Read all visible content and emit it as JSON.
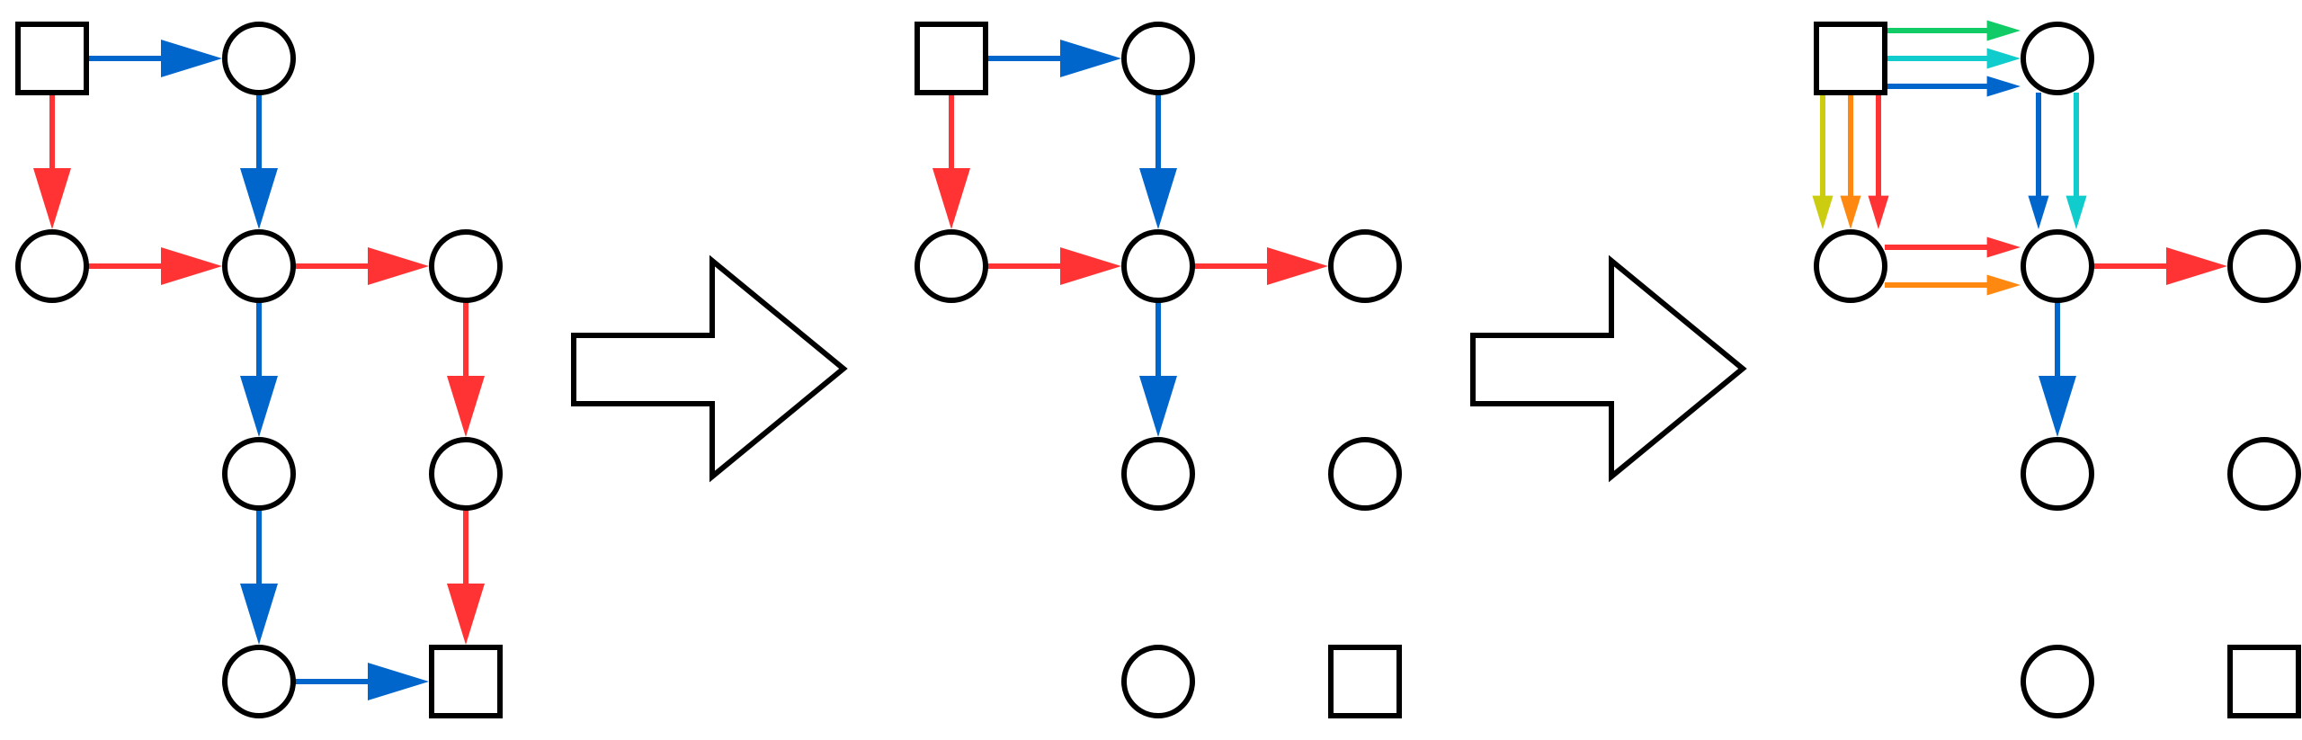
{
  "colors": {
    "blue": "#0066cc",
    "red": "#ff3333",
    "green": "#11cc66",
    "cyan": "#11cccc",
    "yellow": "#cccc11",
    "orange": "#ff8811",
    "node_stroke": "#000000"
  },
  "panels": [
    {
      "id": "panel-1",
      "nodes": [
        {
          "id": "a",
          "shape": "square",
          "col": 0,
          "row": 0
        },
        {
          "id": "b",
          "shape": "circle",
          "col": 1,
          "row": 0
        },
        {
          "id": "c",
          "shape": "circle",
          "col": 0,
          "row": 1
        },
        {
          "id": "d",
          "shape": "circle",
          "col": 1,
          "row": 1
        },
        {
          "id": "e",
          "shape": "circle",
          "col": 2,
          "row": 1
        },
        {
          "id": "f",
          "shape": "circle",
          "col": 1,
          "row": 2
        },
        {
          "id": "g",
          "shape": "circle",
          "col": 2,
          "row": 2
        },
        {
          "id": "h",
          "shape": "circle",
          "col": 1,
          "row": 3
        },
        {
          "id": "i",
          "shape": "square",
          "col": 2,
          "row": 3
        }
      ],
      "edges": [
        {
          "from": "a",
          "to": "b",
          "color": "blue"
        },
        {
          "from": "a",
          "to": "c",
          "color": "red"
        },
        {
          "from": "b",
          "to": "d",
          "color": "blue"
        },
        {
          "from": "c",
          "to": "d",
          "color": "red"
        },
        {
          "from": "d",
          "to": "e",
          "color": "red"
        },
        {
          "from": "d",
          "to": "f",
          "color": "blue"
        },
        {
          "from": "e",
          "to": "g",
          "color": "red"
        },
        {
          "from": "f",
          "to": "h",
          "color": "blue"
        },
        {
          "from": "g",
          "to": "i",
          "color": "red"
        },
        {
          "from": "h",
          "to": "i",
          "color": "blue"
        }
      ]
    },
    {
      "id": "panel-2",
      "nodes": [
        {
          "id": "a",
          "shape": "square",
          "col": 0,
          "row": 0
        },
        {
          "id": "b",
          "shape": "circle",
          "col": 1,
          "row": 0
        },
        {
          "id": "c",
          "shape": "circle",
          "col": 0,
          "row": 1
        },
        {
          "id": "d",
          "shape": "circle",
          "col": 1,
          "row": 1
        },
        {
          "id": "e",
          "shape": "circle",
          "col": 2,
          "row": 1
        },
        {
          "id": "f",
          "shape": "circle",
          "col": 1,
          "row": 2
        },
        {
          "id": "g",
          "shape": "circle",
          "col": 2,
          "row": 2
        },
        {
          "id": "h",
          "shape": "circle",
          "col": 1,
          "row": 3
        },
        {
          "id": "i",
          "shape": "square",
          "col": 2,
          "row": 3
        }
      ],
      "edges": [
        {
          "from": "a",
          "to": "b",
          "color": "blue"
        },
        {
          "from": "a",
          "to": "c",
          "color": "red"
        },
        {
          "from": "b",
          "to": "d",
          "color": "blue"
        },
        {
          "from": "c",
          "to": "d",
          "color": "red"
        },
        {
          "from": "d",
          "to": "e",
          "color": "red"
        },
        {
          "from": "d",
          "to": "f",
          "color": "blue"
        }
      ]
    },
    {
      "id": "panel-3",
      "nodes": [
        {
          "id": "a",
          "shape": "square",
          "col": 0,
          "row": 0
        },
        {
          "id": "b",
          "shape": "circle",
          "col": 1,
          "row": 0
        },
        {
          "id": "c",
          "shape": "circle",
          "col": 0,
          "row": 1
        },
        {
          "id": "d",
          "shape": "circle",
          "col": 1,
          "row": 1
        },
        {
          "id": "e",
          "shape": "circle",
          "col": 2,
          "row": 1
        },
        {
          "id": "f",
          "shape": "circle",
          "col": 1,
          "row": 2
        },
        {
          "id": "g",
          "shape": "circle",
          "col": 2,
          "row": 2
        },
        {
          "id": "h",
          "shape": "circle",
          "col": 1,
          "row": 3
        },
        {
          "id": "i",
          "shape": "square",
          "col": 2,
          "row": 3
        }
      ],
      "edges": [
        {
          "from": "a",
          "to": "b",
          "color": "green"
        },
        {
          "from": "a",
          "to": "b",
          "color": "cyan"
        },
        {
          "from": "a",
          "to": "b",
          "color": "blue"
        },
        {
          "from": "a",
          "to": "c",
          "color": "yellow"
        },
        {
          "from": "a",
          "to": "c",
          "color": "orange"
        },
        {
          "from": "a",
          "to": "c",
          "color": "red"
        },
        {
          "from": "b",
          "to": "d",
          "color": "blue"
        },
        {
          "from": "b",
          "to": "d",
          "color": "cyan"
        },
        {
          "from": "c",
          "to": "d",
          "color": "red"
        },
        {
          "from": "c",
          "to": "d",
          "color": "orange"
        },
        {
          "from": "d",
          "to": "e",
          "color": "red"
        },
        {
          "from": "d",
          "to": "f",
          "color": "blue"
        }
      ]
    }
  ],
  "transitions": [
    {
      "id": "arrow-1-to-2",
      "icon": "block-arrow-right-icon"
    },
    {
      "id": "arrow-2-to-3",
      "icon": "block-arrow-right-icon"
    }
  ]
}
